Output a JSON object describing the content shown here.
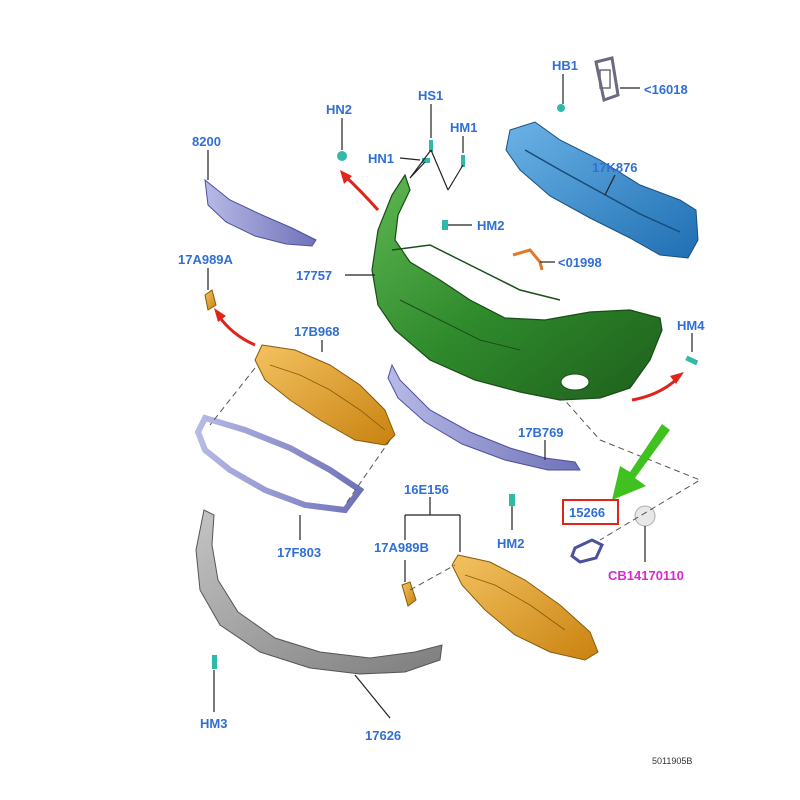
{
  "labels": {
    "hb1": "HB1",
    "p16018": "<16018",
    "hs1": "HS1",
    "hn2_top": "HN2",
    "hm1": "HM1",
    "hn1": "HN1",
    "p8200": "8200",
    "p17k876": "17K876",
    "hm2_top": "HM2",
    "p01998": "<01998",
    "p17a989a": "17A989A",
    "p17757": "17757",
    "p17b968": "17B968",
    "hm4": "HM4",
    "p17b769": "17B769",
    "p16e156": "16E156",
    "p15266": "15266",
    "p17a989b": "17A989B",
    "hm2_bottom": "HM2",
    "cb": "CB14170110",
    "p17f803": "17F803",
    "hm3": "HM3",
    "p17626": "17626",
    "ref": "5011905B"
  },
  "colors": {
    "label": "#2f6fd6",
    "highlight_box": "#e0241b",
    "callout_arrow": "#3fc21f",
    "red_arrow": "#e0241b",
    "bumper": "#2f8a2c",
    "reinforcement": "#2f86c9",
    "grille": "#e3a01e",
    "trim": "#8c8fd0",
    "lower_cover": "#9a9a9a",
    "magenta_label": "#d62ad0"
  }
}
